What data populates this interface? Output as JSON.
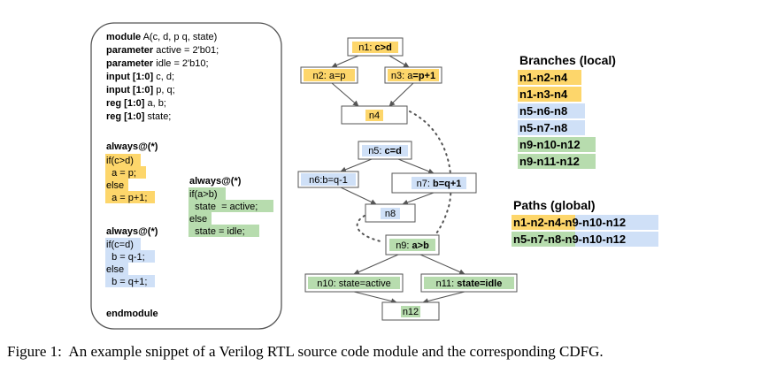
{
  "code": {
    "header": [
      {
        "kw": "module",
        "rest": " A(c, d, p q, state)"
      },
      {
        "kw": "parameter",
        "rest": " active = 2'b01;"
      },
      {
        "kw": "parameter",
        "rest": " idle = 2'b10;"
      },
      {
        "kw": "input [1:0]",
        "rest": " c, d;"
      },
      {
        "kw": "input [1:0]",
        "rest": " p, q;"
      },
      {
        "kw": "reg [1:0]",
        "rest": " a, b;"
      },
      {
        "kw": "reg [1:0]",
        "rest": " state;"
      }
    ],
    "block1": {
      "head": "always@(*)",
      "lines": [
        "if(c>d)",
        "  a = p;",
        "else",
        "  a = p+1;"
      ]
    },
    "block2": {
      "head": "always@(*)",
      "lines": [
        "if(c=d)",
        "  b = q-1;",
        "else",
        "  b = q+1;"
      ]
    },
    "block3": {
      "head": "always@(*)",
      "lines": [
        "if(a>b)",
        "  state  = active;",
        "else",
        "  state = idle;"
      ]
    },
    "footer": "endmodule"
  },
  "nodes": {
    "n1": {
      "prefix": "n1: ",
      "bold": "c>d"
    },
    "n2": {
      "prefix": "n2: a=p",
      "bold": ""
    },
    "n3": {
      "prefix": "n3: a",
      "bold": "=p+1"
    },
    "n4": {
      "prefix": "n4",
      "bold": ""
    },
    "n5": {
      "prefix": "n5: ",
      "bold": "c=d"
    },
    "n6": {
      "prefix": "n6:b=q-1",
      "bold": ""
    },
    "n7": {
      "prefix": "n7: ",
      "bold": "b=q+1"
    },
    "n8": {
      "prefix": "n8",
      "bold": ""
    },
    "n9": {
      "prefix": "n9: ",
      "bold": "a>b"
    },
    "n10": {
      "prefix": "n10: state=active",
      "bold": ""
    },
    "n11": {
      "prefix": "n11: ",
      "bold": "state=idle"
    },
    "n12": {
      "prefix": "n12",
      "bold": ""
    }
  },
  "branches": {
    "title": "Branches (local)",
    "items": [
      "n1-n2-n4",
      "n1-n3-n4",
      "n5-n6-n8",
      "n5-n7-n8",
      "n9-n10-n12",
      "n9-n11-n12"
    ]
  },
  "paths": {
    "title": "Paths (global)",
    "items": [
      {
        "a": "n1-n2-n4",
        "b": "-n9-n10-n12"
      },
      {
        "a": "n5-n7-n8",
        "b": "-n9-n10-n12"
      }
    ]
  },
  "caption": "Figure 1:  An example snippet of a Verilog RTL source code module and the corresponding CDFG.",
  "colors": {
    "yellow": "#fdd66b",
    "green": "#b7dcae",
    "blue": "#cfe0f7"
  }
}
